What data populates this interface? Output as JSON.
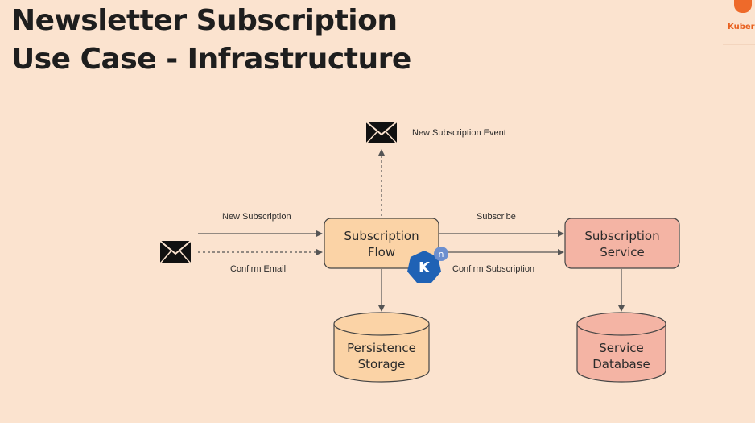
{
  "slide": {
    "title_line1": "Newsletter Subscription",
    "title_line2": "Use Case - Infrastructure"
  },
  "logo": {
    "text": "Kuber"
  },
  "diagram": {
    "flow_box": {
      "line1": "Subscription",
      "line2": "Flow",
      "color": "#fbd3a6"
    },
    "service_box": {
      "line1": "Subscription",
      "line2": "Service",
      "color": "#f4b4a4"
    },
    "storage_db": {
      "line1": "Persistence",
      "line2": "Storage",
      "color": "#fbd3a6"
    },
    "service_db": {
      "line1": "Service",
      "line2": "Database",
      "color": "#f4b4a4"
    },
    "knative_badge": {
      "letter": "K",
      "superscript": "n",
      "color": "#1f62b5"
    },
    "edges": {
      "new_subscription": "New Subscription",
      "confirm_email": "Confirm Email",
      "subscribe": "Subscribe",
      "confirm_subscription": "Confirm Subscription",
      "new_subscription_event": "New Subscription Event"
    },
    "icons": [
      "envelope-icon",
      "envelope-icon"
    ]
  }
}
